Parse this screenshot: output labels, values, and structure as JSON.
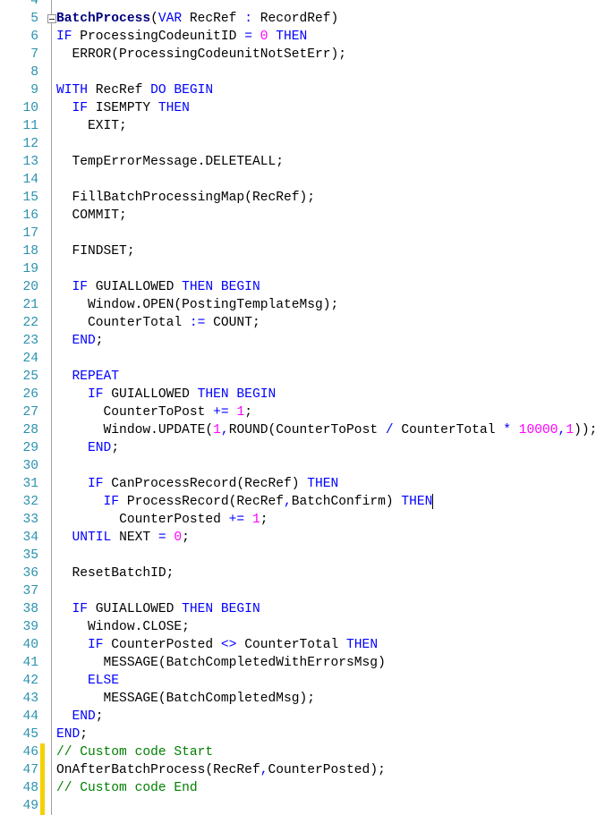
{
  "colors": {
    "keyword": "#0000ff",
    "number": "#ff00ff",
    "comment": "#008000",
    "line_number": "#2b91af",
    "changed_marker": "#f3d000"
  },
  "changed_lines": [
    46,
    47,
    48,
    49
  ],
  "caret_line": 32,
  "lines": [
    {
      "n": "4",
      "indent": 0,
      "t": []
    },
    {
      "n": "5",
      "indent": 0,
      "fold": true,
      "t": [
        [
          "BatchProcess",
          "b"
        ],
        [
          "(",
          ""
        ],
        [
          "VAR",
          "k"
        ],
        [
          " RecRef ",
          ""
        ],
        [
          ":",
          "o"
        ],
        [
          " RecordRef)",
          ""
        ]
      ]
    },
    {
      "n": "6",
      "indent": 0,
      "t": [
        [
          "IF",
          "k"
        ],
        [
          " ProcessingCodeunitID ",
          ""
        ],
        [
          "=",
          "o"
        ],
        [
          " ",
          ""
        ],
        [
          "0",
          "n"
        ],
        [
          " ",
          ""
        ],
        [
          "THEN",
          "k"
        ]
      ]
    },
    {
      "n": "7",
      "indent": 2,
      "t": [
        [
          "ERROR(ProcessingCodeunitNotSetErr);",
          ""
        ]
      ]
    },
    {
      "n": "8",
      "indent": 0,
      "t": []
    },
    {
      "n": "9",
      "indent": 0,
      "t": [
        [
          "WITH",
          "k"
        ],
        [
          " RecRef ",
          ""
        ],
        [
          "DO BEGIN",
          "k"
        ]
      ]
    },
    {
      "n": "10",
      "indent": 2,
      "t": [
        [
          "IF",
          "k"
        ],
        [
          " ISEMPTY ",
          ""
        ],
        [
          "THEN",
          "k"
        ]
      ]
    },
    {
      "n": "11",
      "indent": 4,
      "t": [
        [
          "EXIT;",
          ""
        ]
      ]
    },
    {
      "n": "12",
      "indent": 0,
      "t": []
    },
    {
      "n": "13",
      "indent": 2,
      "t": [
        [
          "TempErrorMessage.DELETEALL;",
          ""
        ]
      ]
    },
    {
      "n": "14",
      "indent": 0,
      "t": []
    },
    {
      "n": "15",
      "indent": 2,
      "t": [
        [
          "FillBatchProcessingMap(RecRef);",
          ""
        ]
      ]
    },
    {
      "n": "16",
      "indent": 2,
      "t": [
        [
          "COMMIT;",
          ""
        ]
      ]
    },
    {
      "n": "17",
      "indent": 0,
      "t": []
    },
    {
      "n": "18",
      "indent": 2,
      "t": [
        [
          "FINDSET;",
          ""
        ]
      ]
    },
    {
      "n": "19",
      "indent": 0,
      "t": []
    },
    {
      "n": "20",
      "indent": 2,
      "t": [
        [
          "IF",
          "k"
        ],
        [
          " GUIALLOWED ",
          ""
        ],
        [
          "THEN BEGIN",
          "k"
        ]
      ]
    },
    {
      "n": "21",
      "indent": 4,
      "t": [
        [
          "Window.OPEN(PostingTemplateMsg);",
          ""
        ]
      ]
    },
    {
      "n": "22",
      "indent": 4,
      "t": [
        [
          "CounterTotal ",
          ""
        ],
        [
          ":=",
          "o"
        ],
        [
          " COUNT;",
          ""
        ]
      ]
    },
    {
      "n": "23",
      "indent": 2,
      "t": [
        [
          "END",
          "k"
        ],
        [
          ";",
          ""
        ]
      ]
    },
    {
      "n": "24",
      "indent": 0,
      "t": []
    },
    {
      "n": "25",
      "indent": 2,
      "t": [
        [
          "REPEAT",
          "k"
        ]
      ]
    },
    {
      "n": "26",
      "indent": 4,
      "t": [
        [
          "IF",
          "k"
        ],
        [
          " GUIALLOWED ",
          ""
        ],
        [
          "THEN BEGIN",
          "k"
        ]
      ]
    },
    {
      "n": "27",
      "indent": 6,
      "t": [
        [
          "CounterToPost ",
          ""
        ],
        [
          "+=",
          "o"
        ],
        [
          " ",
          ""
        ],
        [
          "1",
          "n"
        ],
        [
          ";",
          ""
        ]
      ]
    },
    {
      "n": "28",
      "indent": 6,
      "t": [
        [
          "Window.UPDATE(",
          ""
        ],
        [
          "1",
          "n"
        ],
        [
          ",",
          "o"
        ],
        [
          "ROUND(CounterToPost ",
          ""
        ],
        [
          "/",
          "o"
        ],
        [
          " CounterTotal ",
          ""
        ],
        [
          "*",
          "o"
        ],
        [
          " ",
          ""
        ],
        [
          "10000",
          "n"
        ],
        [
          ",",
          "o"
        ],
        [
          "1",
          "n"
        ],
        [
          "));",
          ""
        ]
      ]
    },
    {
      "n": "29",
      "indent": 4,
      "t": [
        [
          "END",
          "k"
        ],
        [
          ";",
          ""
        ]
      ]
    },
    {
      "n": "30",
      "indent": 0,
      "t": []
    },
    {
      "n": "31",
      "indent": 4,
      "t": [
        [
          "IF",
          "k"
        ],
        [
          " CanProcessRecord(RecRef) ",
          ""
        ],
        [
          "THEN",
          "k"
        ]
      ]
    },
    {
      "n": "32",
      "indent": 6,
      "t": [
        [
          "IF",
          "k"
        ],
        [
          " ProcessRecord(RecRef",
          ""
        ],
        [
          ",",
          "o"
        ],
        [
          "BatchConfirm) ",
          ""
        ],
        [
          "THEN",
          "k"
        ]
      ]
    },
    {
      "n": "33",
      "indent": 8,
      "t": [
        [
          "CounterPosted ",
          ""
        ],
        [
          "+=",
          "o"
        ],
        [
          " ",
          ""
        ],
        [
          "1",
          "n"
        ],
        [
          ";",
          ""
        ]
      ]
    },
    {
      "n": "34",
      "indent": 2,
      "t": [
        [
          "UNTIL",
          "k"
        ],
        [
          " NEXT ",
          ""
        ],
        [
          "=",
          "o"
        ],
        [
          " ",
          ""
        ],
        [
          "0",
          "n"
        ],
        [
          ";",
          ""
        ]
      ]
    },
    {
      "n": "35",
      "indent": 0,
      "t": []
    },
    {
      "n": "36",
      "indent": 2,
      "t": [
        [
          "ResetBatchID;",
          ""
        ]
      ]
    },
    {
      "n": "37",
      "indent": 0,
      "t": []
    },
    {
      "n": "38",
      "indent": 2,
      "t": [
        [
          "IF",
          "k"
        ],
        [
          " GUIALLOWED ",
          ""
        ],
        [
          "THEN BEGIN",
          "k"
        ]
      ]
    },
    {
      "n": "39",
      "indent": 4,
      "t": [
        [
          "Window.CLOSE;",
          ""
        ]
      ]
    },
    {
      "n": "40",
      "indent": 4,
      "t": [
        [
          "IF",
          "k"
        ],
        [
          " CounterPosted ",
          ""
        ],
        [
          "<>",
          "o"
        ],
        [
          " CounterTotal ",
          ""
        ],
        [
          "THEN",
          "k"
        ]
      ]
    },
    {
      "n": "41",
      "indent": 6,
      "t": [
        [
          "MESSAGE(BatchCompletedWithErrorsMsg)",
          ""
        ]
      ]
    },
    {
      "n": "42",
      "indent": 4,
      "t": [
        [
          "ELSE",
          "k"
        ]
      ]
    },
    {
      "n": "43",
      "indent": 6,
      "t": [
        [
          "MESSAGE(BatchCompletedMsg);",
          ""
        ]
      ]
    },
    {
      "n": "44",
      "indent": 2,
      "t": [
        [
          "END",
          "k"
        ],
        [
          ";",
          ""
        ]
      ]
    },
    {
      "n": "45",
      "indent": 0,
      "t": [
        [
          "END",
          "k"
        ],
        [
          ";",
          ""
        ]
      ]
    },
    {
      "n": "46",
      "indent": 0,
      "t": [
        [
          "// Custom code Start",
          "c"
        ]
      ]
    },
    {
      "n": "47",
      "indent": 0,
      "t": [
        [
          "OnAfterBatchProcess(RecRef",
          ""
        ],
        [
          ",",
          "o"
        ],
        [
          "CounterPosted);",
          ""
        ]
      ]
    },
    {
      "n": "48",
      "indent": 0,
      "t": [
        [
          "// Custom code End",
          "c"
        ]
      ]
    },
    {
      "n": "49",
      "indent": 0,
      "t": []
    }
  ]
}
